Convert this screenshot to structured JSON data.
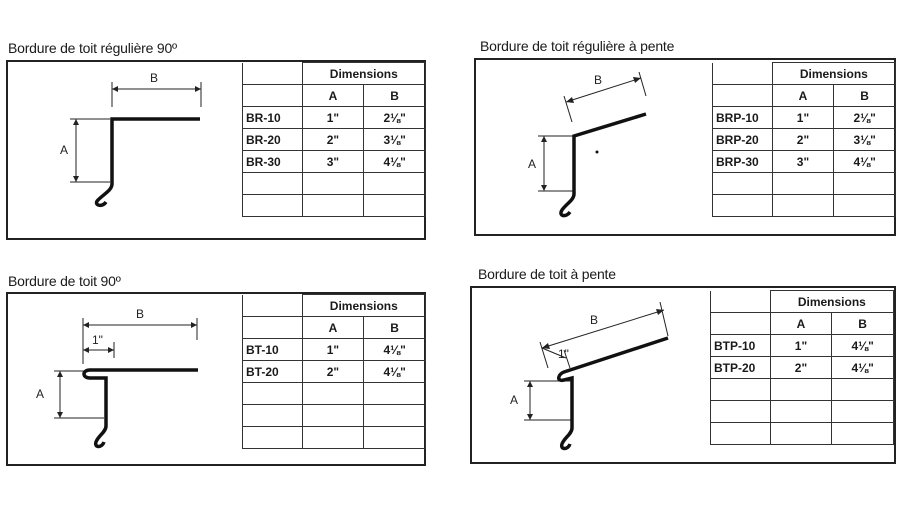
{
  "panels": [
    {
      "title": "Bordure de toit régulière 90º",
      "header": "Dimensions",
      "col_a": "A",
      "col_b": "B",
      "rows": [
        {
          "code": "BR-10",
          "a": "1\"",
          "b": "2⅛\""
        },
        {
          "code": "BR-20",
          "a": "2\"",
          "b": "3⅛\""
        },
        {
          "code": "BR-30",
          "a": "3\"",
          "b": "4⅛\""
        },
        {
          "code": "",
          "a": "",
          "b": ""
        },
        {
          "code": "",
          "a": "",
          "b": ""
        }
      ],
      "labels": {
        "a": "A",
        "b": "B"
      }
    },
    {
      "title": "Bordure de toit régulière à pente",
      "header": "Dimensions",
      "col_a": "A",
      "col_b": "B",
      "rows": [
        {
          "code": "BRP-10",
          "a": "1\"",
          "b": "2⅛\""
        },
        {
          "code": "BRP-20",
          "a": "2\"",
          "b": "3⅛\""
        },
        {
          "code": "BRP-30",
          "a": "3\"",
          "b": "4⅛\""
        },
        {
          "code": "",
          "a": "",
          "b": ""
        },
        {
          "code": "",
          "a": "",
          "b": ""
        }
      ],
      "labels": {
        "a": "A",
        "b": "B"
      }
    },
    {
      "title": "Bordure de toit 90º",
      "header": "Dimensions",
      "col_a": "A",
      "col_b": "B",
      "rows": [
        {
          "code": "BT-10",
          "a": "1\"",
          "b": "4⅛\""
        },
        {
          "code": "BT-20",
          "a": "2\"",
          "b": "4⅛\""
        },
        {
          "code": "",
          "a": "",
          "b": ""
        },
        {
          "code": "",
          "a": "",
          "b": ""
        },
        {
          "code": "",
          "a": "",
          "b": ""
        }
      ],
      "labels": {
        "a": "A",
        "b": "B",
        "hem": "1\""
      }
    },
    {
      "title": "Bordure de toit à pente",
      "header": "Dimensions",
      "col_a": "A",
      "col_b": "B",
      "rows": [
        {
          "code": "BTP-10",
          "a": "1\"",
          "b": "4⅛\""
        },
        {
          "code": "BTP-20",
          "a": "2\"",
          "b": "4⅛\""
        },
        {
          "code": "",
          "a": "",
          "b": ""
        },
        {
          "code": "",
          "a": "",
          "b": ""
        },
        {
          "code": "",
          "a": "",
          "b": ""
        }
      ],
      "labels": {
        "a": "A",
        "b": "B",
        "hem": "1\""
      }
    }
  ]
}
